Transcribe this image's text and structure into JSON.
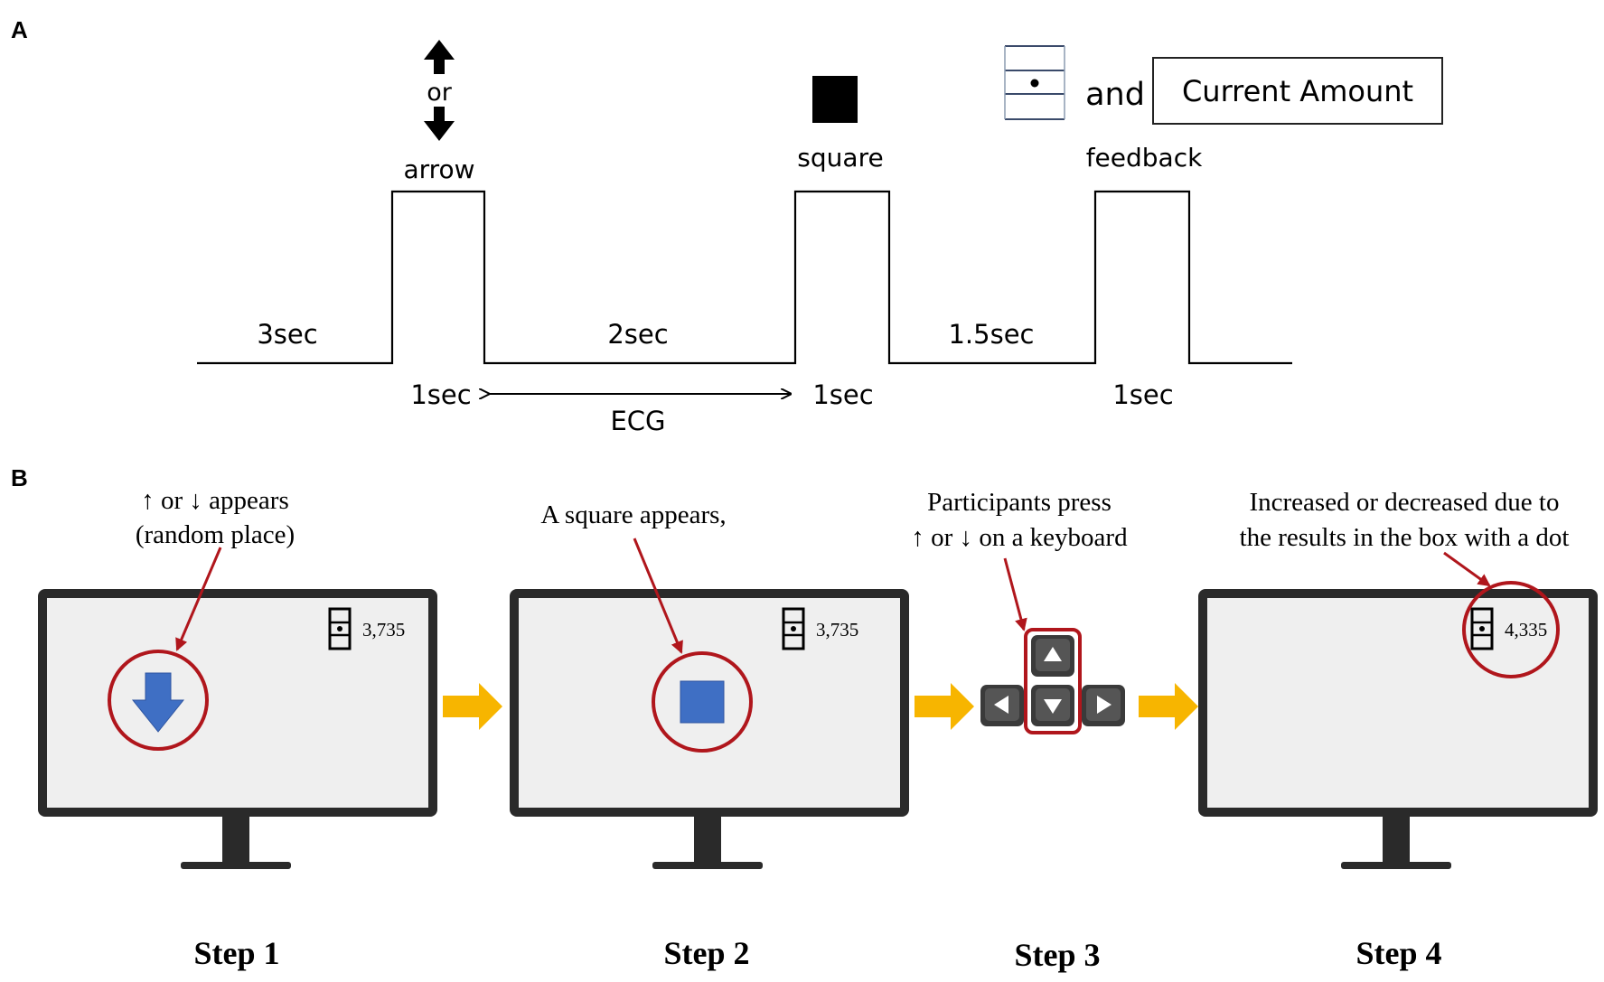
{
  "panel_a": {
    "label": "A",
    "arrow_or": "or",
    "arrow_caption": "arrow",
    "square_caption": "square",
    "and_word": "and",
    "current_amount": "Current Amount",
    "feedback_caption": "feedback",
    "durations": {
      "pre": "3sec",
      "gap1": "2sec",
      "gap2": "1.5sec",
      "pulse1": "1sec",
      "pulse2": "1sec",
      "pulse3": "1sec"
    },
    "ecg_label": "ECG"
  },
  "panel_b": {
    "label": "B",
    "steps": [
      {
        "title": "Step 1",
        "annotation_line1": "↑ or ↓ appears",
        "annotation_line2": "(random place)",
        "amount": "3,735"
      },
      {
        "title": "Step 2",
        "annotation_line1": "A square appears,",
        "amount": "3,735"
      },
      {
        "title": "Step 3",
        "annotation_line1": "Participants press",
        "annotation_line2": "↑ or ↓ on a keyboard"
      },
      {
        "title": "Step 4",
        "annotation_line1": "Increased or decreased due to",
        "annotation_line2": "the results in the box with a dot",
        "amount": "4,335"
      }
    ]
  },
  "colors": {
    "highlight_red": "#b0161c",
    "stimulus_blue": "#3f6fc4",
    "flow_arrow_yellow": "#f7b500",
    "monitor_dark": "#2a2a2a",
    "screen_gray": "#efefef"
  }
}
